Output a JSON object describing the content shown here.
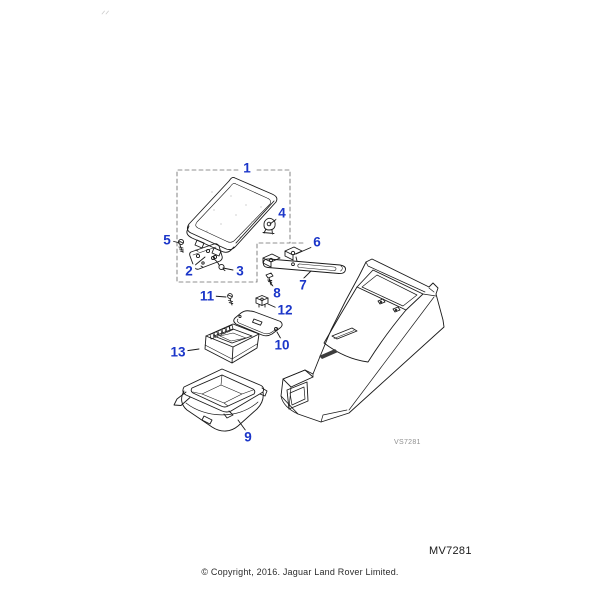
{
  "figure": {
    "drawing_ref_code": "VS7281",
    "figure_number": "MV7281",
    "copyright": "© Copyright, 2016. Jaguar Land Rover Limited."
  },
  "callouts": [
    {
      "number": "1"
    },
    {
      "number": "2"
    },
    {
      "number": "3"
    },
    {
      "number": "4"
    },
    {
      "number": "5"
    },
    {
      "number": "6"
    },
    {
      "number": "7"
    },
    {
      "number": "8"
    },
    {
      "number": "9"
    },
    {
      "number": "10"
    },
    {
      "number": "11"
    },
    {
      "number": "12"
    },
    {
      "number": "13"
    }
  ],
  "colors": {
    "callout_blue": "#1b36c9",
    "line_art": "#1a1a1a",
    "dashed_box": "#6e6e6e",
    "muted_code": "#8f8f8f"
  }
}
